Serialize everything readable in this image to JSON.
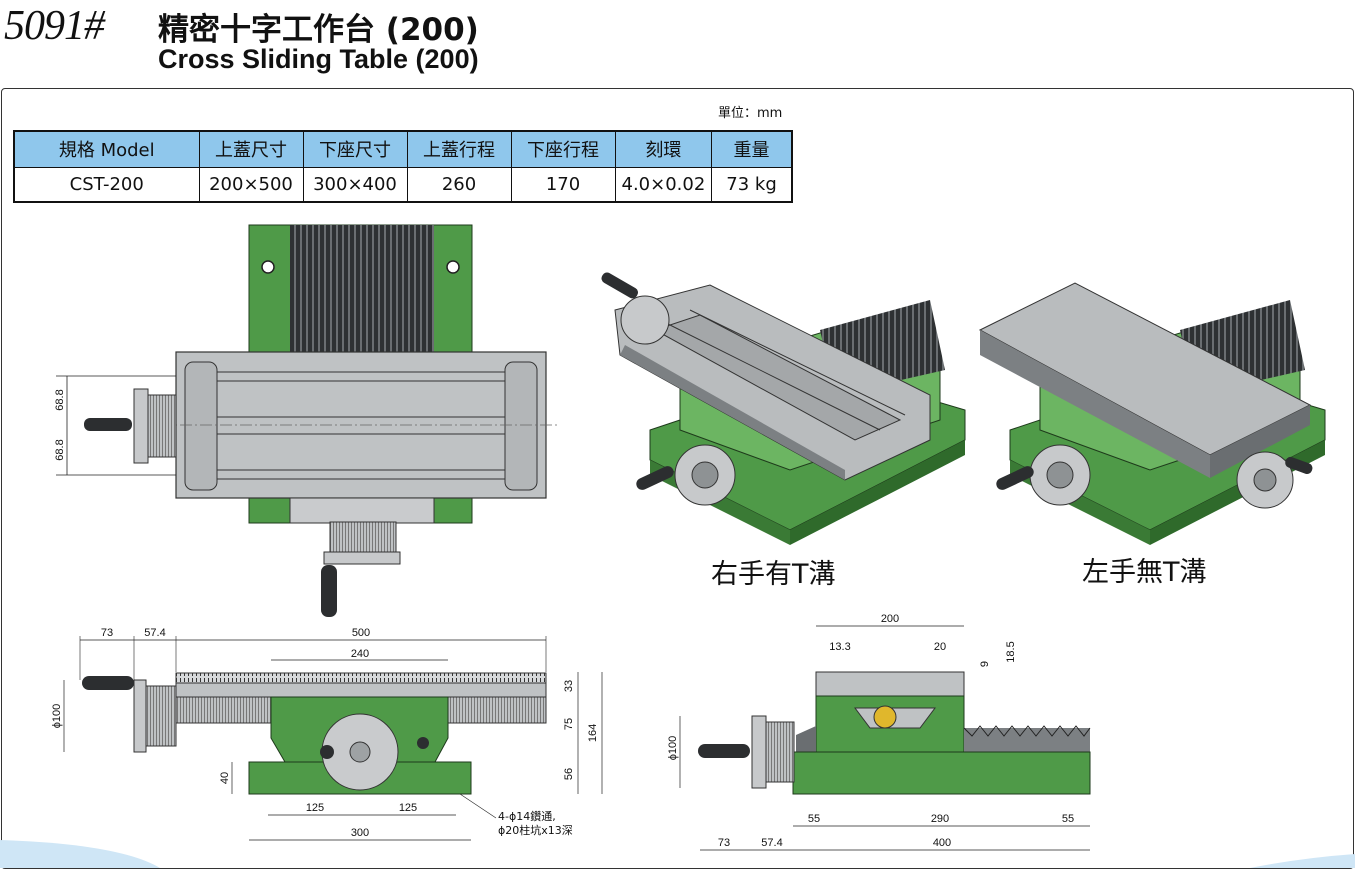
{
  "header": {
    "catalog_no": "5091#",
    "title_cn": "精密十字工作台 (200)",
    "title_en": "Cross Sliding Table (200)"
  },
  "unit_label": "單位：mm",
  "spec_table": {
    "headers": [
      "規格 Model",
      "上蓋尺寸",
      "下座尺寸",
      "上蓋行程",
      "下座行程",
      "刻環",
      "重量"
    ],
    "row": [
      "CST-200",
      "200×500",
      "300×400",
      "260",
      "170",
      "4.0×0.02",
      "73 kg"
    ]
  },
  "captions": {
    "right_hand": "右手有T溝",
    "left_hand": "左手無T溝"
  },
  "top_view_dims": {
    "upper": "68.8",
    "lower": "68.8"
  },
  "front_view_dims": {
    "d73": "73",
    "d57_4": "57.4",
    "d500": "500",
    "d240": "240",
    "d33": "33",
    "d75": "75",
    "d164": "164",
    "d56": "56",
    "d40": "40",
    "d125a": "125",
    "d125b": "125",
    "d300": "300",
    "phi100": "ϕ100",
    "hole_note_1": "4-ϕ14鑽通,",
    "hole_note_2": "ϕ20柱坑x13深"
  },
  "side_view_dims": {
    "d200": "200",
    "d13_3": "13.3",
    "d20": "20",
    "d9": "9",
    "d18_5": "18.5",
    "phi100": "ϕ100",
    "d55a": "55",
    "d290": "290",
    "d55b": "55",
    "d73": "73",
    "d57_4": "57.4",
    "d400": "400"
  },
  "colors": {
    "table_header": "#8fc7ec",
    "base_green": "#4f9a48",
    "base_green_light": "#6cb562",
    "steel_gray": "#b9bcbe",
    "steel_dark": "#7c8083",
    "bellows": "#2e3133"
  }
}
